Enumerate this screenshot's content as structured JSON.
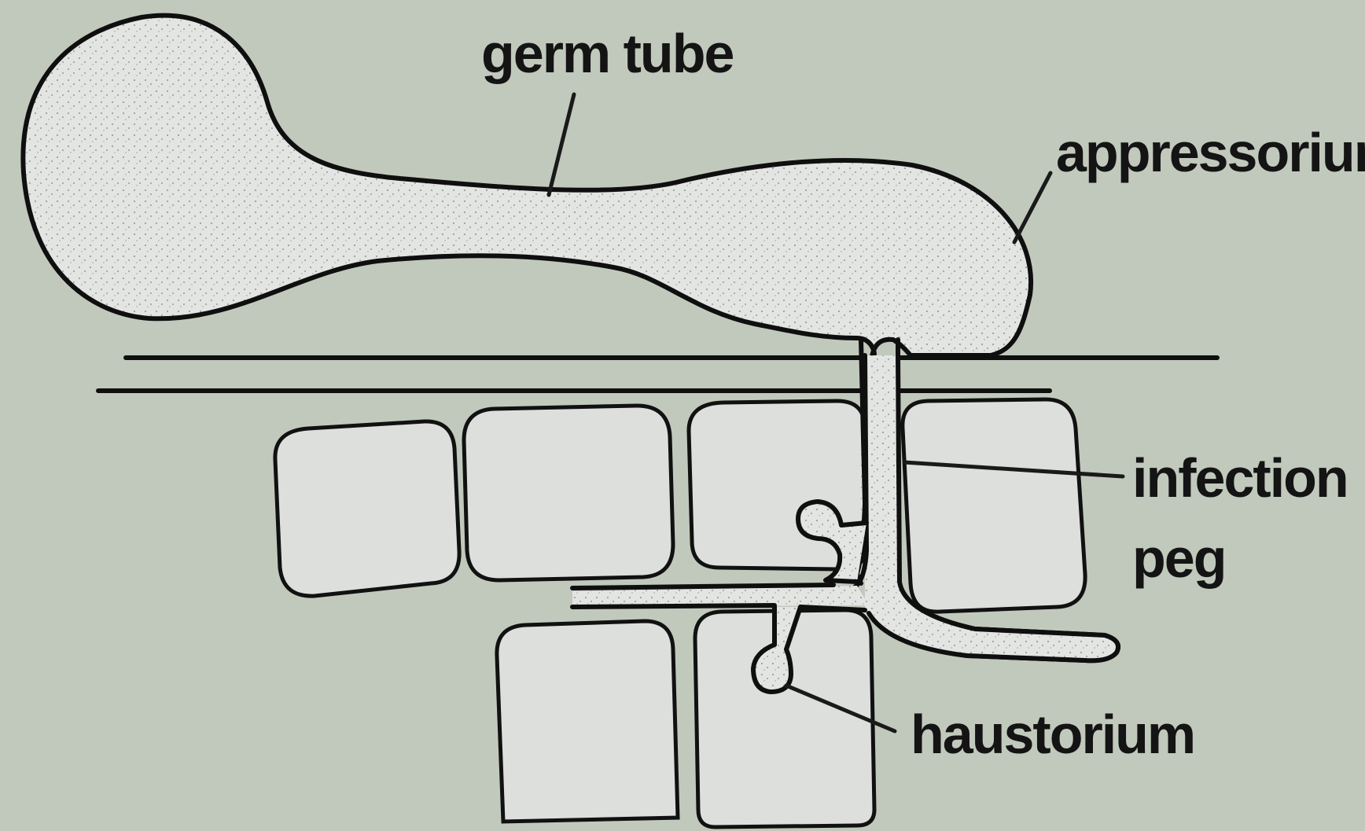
{
  "labels": {
    "germ_tube": "germ tube",
    "appressorium": "appressorium",
    "infection_peg_line1": "infection",
    "infection_peg_line2": "peg",
    "haustorium": "haustorium"
  },
  "colors": {
    "background": "#c1c9bd",
    "cell_fill": "#dcdfdc",
    "fungus_fill": "#e3e5e3",
    "outline": "#0f0f0f"
  }
}
